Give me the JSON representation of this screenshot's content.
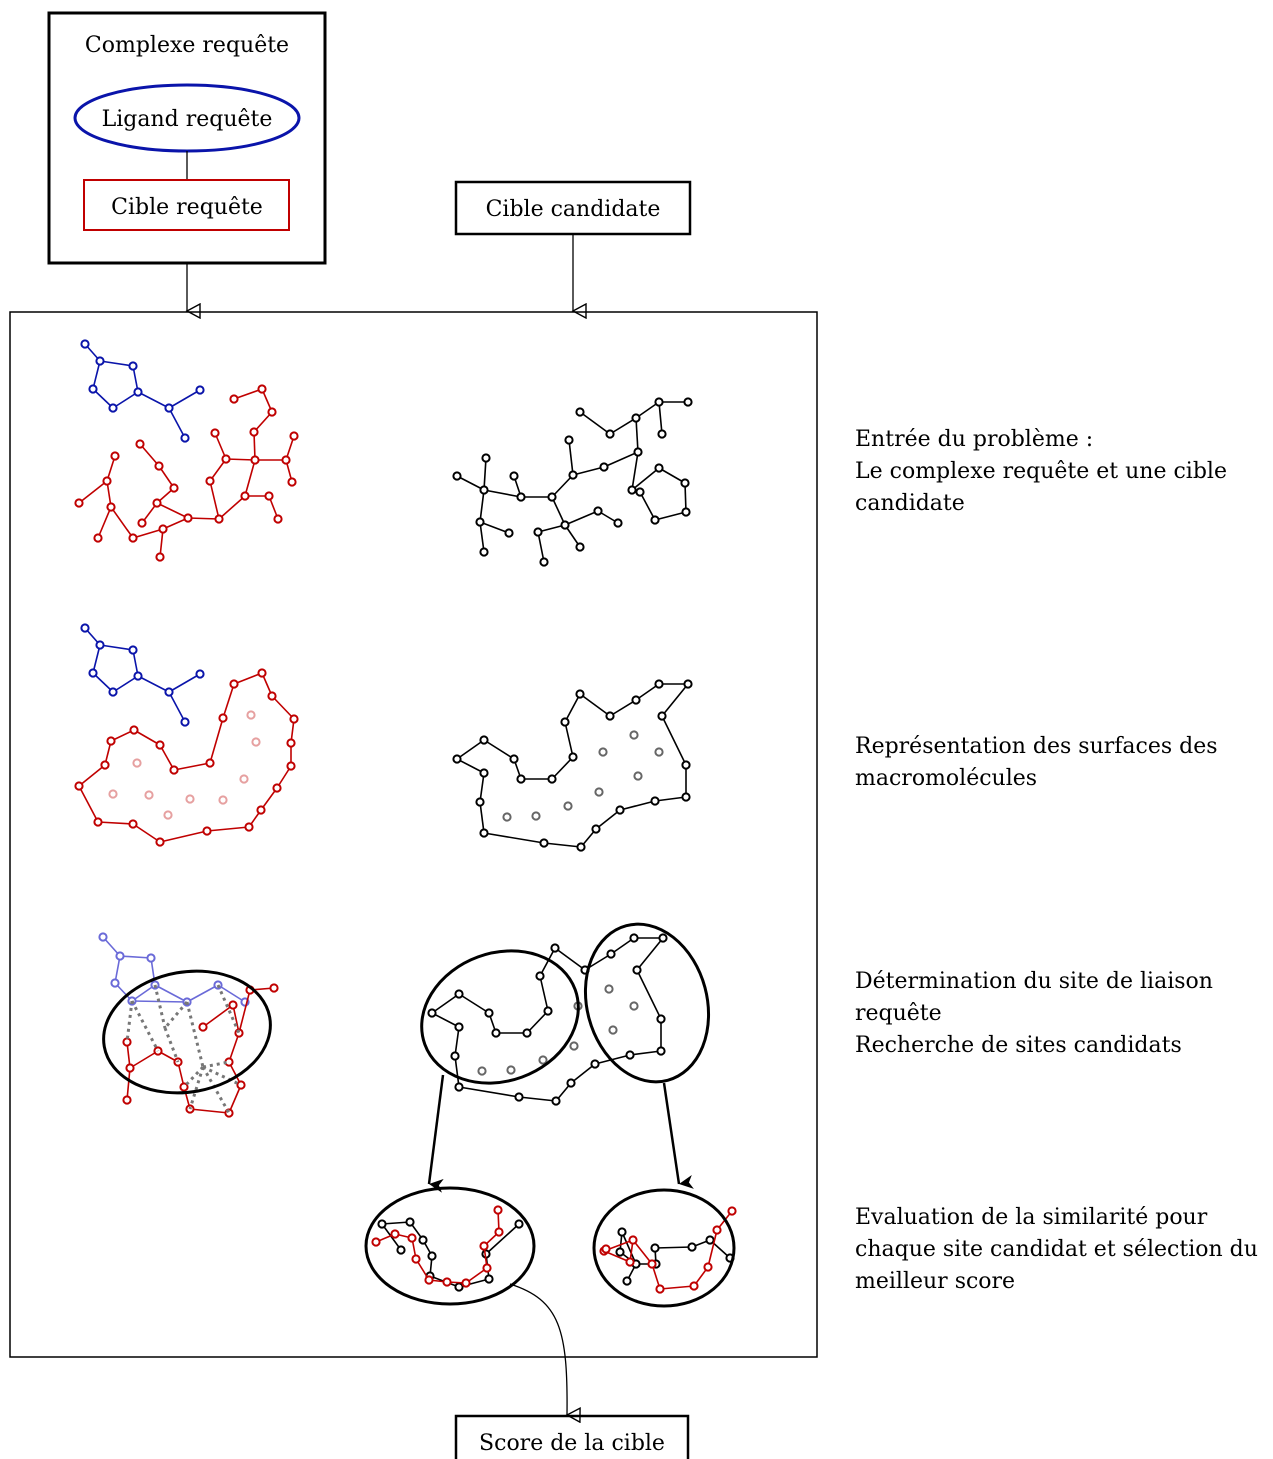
{
  "boxes": {
    "query_complex": "Complexe requête",
    "query_ligand": "Ligand requête",
    "query_target": "Cible requête",
    "candidate_target": "Cible candidate",
    "target_score": "Score de la cible"
  },
  "steps": [
    {
      "lines": [
        "Entrée du problème :",
        "Le complexe requête et une cible",
        "candidate"
      ]
    },
    {
      "lines": [
        "Représentation des surfaces des",
        "macromolécules"
      ]
    },
    {
      "lines": [
        "Détermination du site de liaison",
        "requête",
        "Recherche de sites candidats"
      ]
    },
    {
      "lines": [
        "Evaluation de la similarité pour",
        "chaque site candidat et sélection du",
        "meilleur score"
      ]
    }
  ],
  "colors": {
    "ligand": "#0a14aa",
    "ligand_faded": "#6a6ad8",
    "query_target": "#c00000",
    "query_target_faded": "#e6a0a0",
    "candidate": "#000000",
    "candidate_inner": "#666666",
    "contacts": "#777777"
  }
}
